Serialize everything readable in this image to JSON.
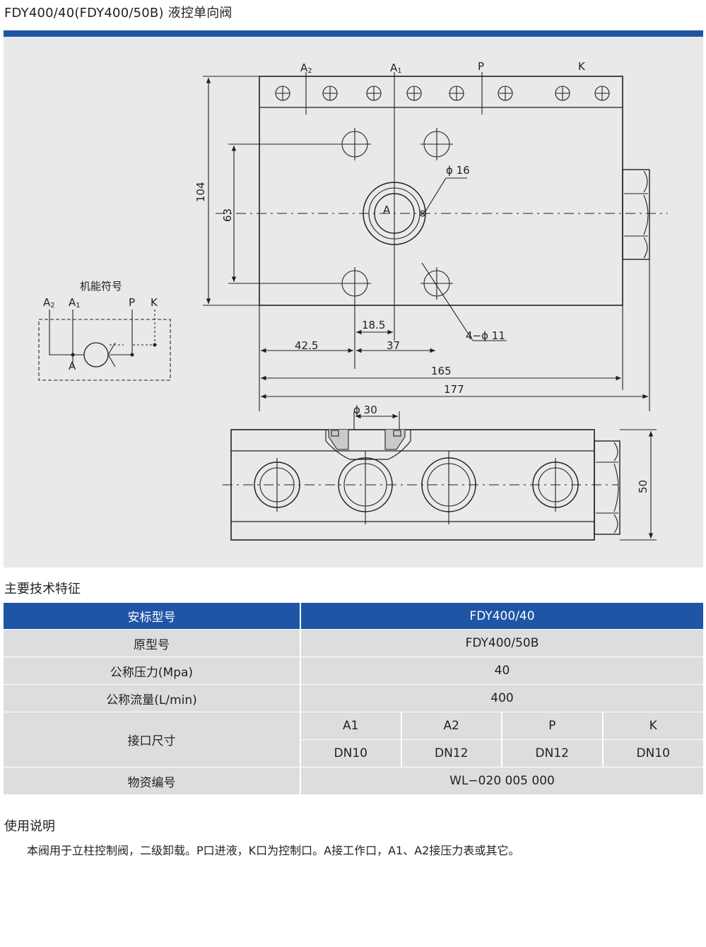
{
  "header": {
    "title": "FDY400/40(FDY400/50B) 液控单向阀"
  },
  "drawing": {
    "port_labels": {
      "a2": "A",
      "a2_sub": "2",
      "a1": "A",
      "a1_sub": "1",
      "p": "P",
      "k": "K"
    },
    "center_port_label": "A",
    "dimensions": {
      "height_104": "104",
      "height_63": "63",
      "phi16": "ϕ 16",
      "four_phi11": "4−ϕ 11",
      "d18_5": "18.5",
      "d42_5": "42.5",
      "d37": "37",
      "d165": "165",
      "d177": "177",
      "phi30": "ϕ 30",
      "h50": "50"
    },
    "symbol": {
      "caption": "机能符号",
      "a2": "A",
      "a2_sub": "2",
      "a1": "A",
      "a1_sub": "1",
      "p": "P",
      "k": "K",
      "a": "A"
    }
  },
  "specs": {
    "section_title": "主要技术特征",
    "header_label": "安标型号",
    "header_value": "FDY400/40",
    "rows": [
      {
        "label": "原型号",
        "value": "FDY400/50B"
      },
      {
        "label": "公称压力(Mpa)",
        "value": "40"
      },
      {
        "label": "公称流量(L/min)",
        "value": "400"
      }
    ],
    "ports_label": "接口尺寸",
    "port_names": [
      "A1",
      "A2",
      "P",
      "K"
    ],
    "port_sizes": [
      "DN10",
      "DN12",
      "DN12",
      "DN10"
    ],
    "material_label": "物资编号",
    "material_value": "WL−020 005 000"
  },
  "usage": {
    "section_title": "使用说明",
    "text": "本阀用于立柱控制阀，二级卸载。P口进液，K口为控制口。A接工作口，A1、A2接压力表或其它。"
  },
  "colors": {
    "accent": "#1f55a5",
    "panel": "#e8e9ea",
    "table_row": "#dcdddf"
  }
}
